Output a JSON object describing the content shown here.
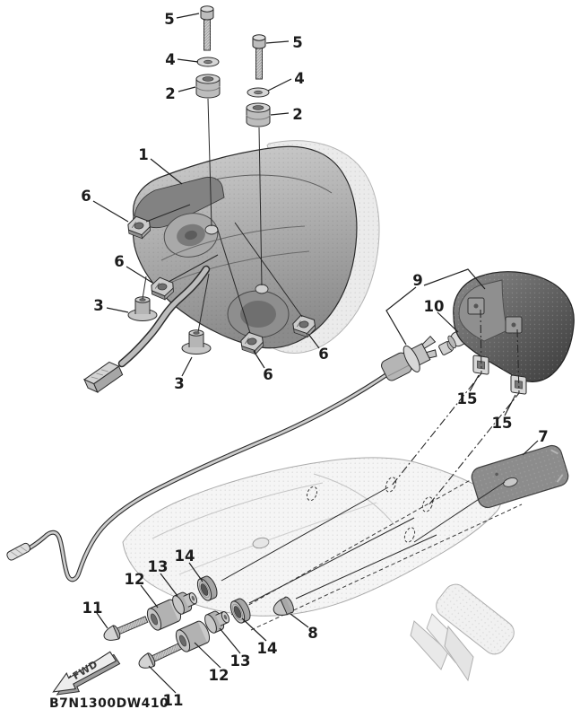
{
  "diagram": {
    "part_code": "B7N1300DW410",
    "fwd_arrow_label": "FWD"
  },
  "callouts": {
    "c1": "1",
    "c2a": "2",
    "c2b": "2",
    "c3a": "3",
    "c3b": "3",
    "c4a": "4",
    "c4b": "4",
    "c5a": "5",
    "c5b": "5",
    "c6a": "6",
    "c6b": "6",
    "c6c": "6",
    "c6d": "6",
    "c7": "7",
    "c8": "8",
    "c9": "9",
    "c10": "10",
    "c11a": "11",
    "c11b": "11",
    "c12a": "12",
    "c12b": "12",
    "c13a": "13",
    "c13b": "13",
    "c14a": "14",
    "c14b": "14",
    "c15a": "15",
    "c15b": "15"
  },
  "colors": {
    "ink": "#1c1c1c",
    "background": "#ffffff",
    "part_light": "#ececec",
    "part_mid": "#b8b8b8",
    "part_dark": "#4a4a4a",
    "reflector": "#8c8c8c",
    "lamp_housing_dark": "#4f4f4f"
  }
}
